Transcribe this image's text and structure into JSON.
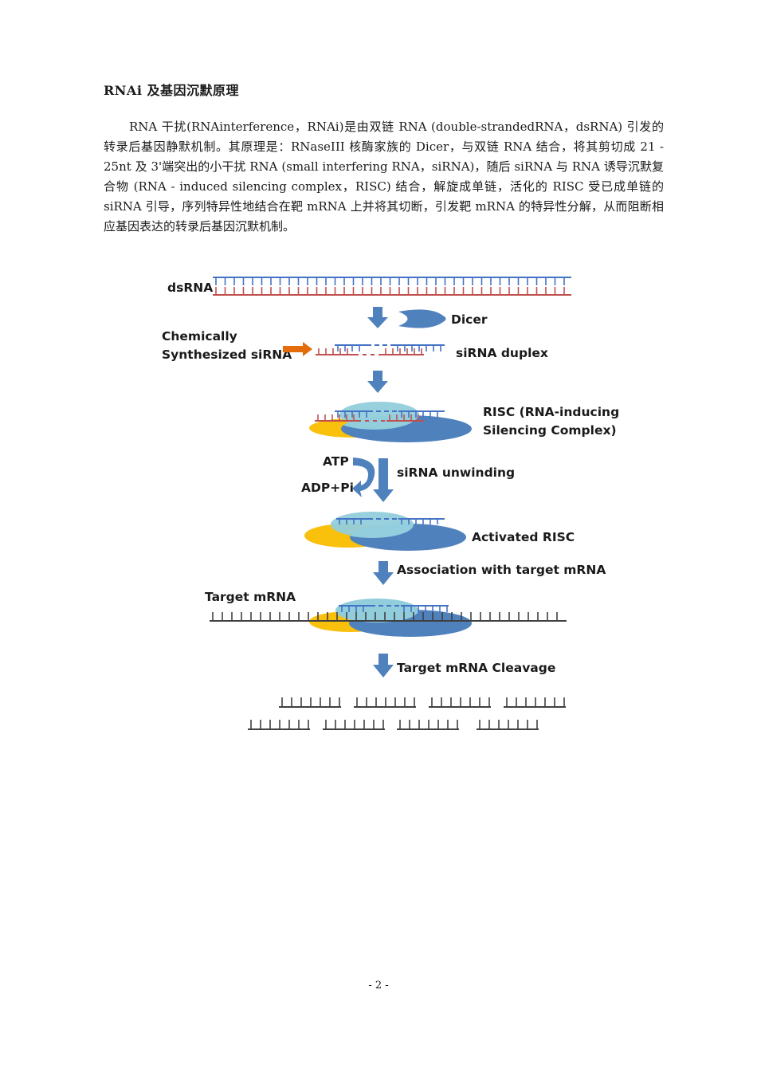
{
  "document": {
    "heading": "RNAi 及基因沉默原理",
    "paragraph": "RNA 干扰(RNAinterference，RNAi)是由双链 RNA (double-strandedRNA，dsRNA) 引发的转录后基因静默机制。其原理是：RNaseIII 核酶家族的 Dicer，与双链 RNA 结合，将其剪切成 21 - 25nt 及 3'端突出的小干扰 RNA (small interfering RNA，siRNA)，随后 siRNA 与 RNA 诱导沉默复合物 (RNA - induced silencing complex，RISC) 结合，解旋成单链，活化的 RISC 受已成单链的 siRNA 引导，序列特异性地结合在靶 mRNA 上并将其切断，引发靶 mRNA 的特异性分解，从而阻断相应基因表达的转录后基因沉默机制。",
    "page_number": "- 2 -"
  },
  "diagram": {
    "labels": {
      "dsrna": "dsRNA",
      "dicer": "Dicer",
      "chem_line1": "Chemically",
      "chem_line2": "Synthesized siRNA",
      "sirna_duplex": "siRNA duplex",
      "risc_line1": "RISC (RNA-inducing",
      "risc_line2": "Silencing Complex)",
      "atp": "ATP",
      "adp": "ADP+Pi",
      "unwinding": "siRNA unwinding",
      "activated": "Activated RISC",
      "association": "Association with target mRNA",
      "target": "Target mRNA",
      "cleavage": "Target mRNA Cleavage"
    },
    "colors": {
      "strand_blue": "#4472c4",
      "strand_red": "#c0504d",
      "arrow_blue": "#4f81bd",
      "risc_dark": "#4f81bd",
      "risc_light": "#92cddc",
      "risc_yellow": "#f9c00c",
      "orange_arrow": "#e46c0a",
      "mrna": "#404040"
    }
  }
}
